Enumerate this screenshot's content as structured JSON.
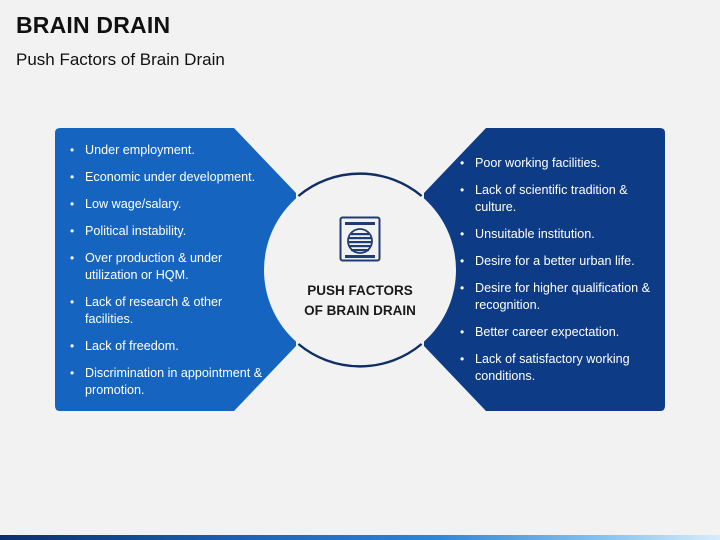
{
  "header": {
    "title": "BRAIN DRAIN",
    "subtitle": "Push Factors of Brain Drain"
  },
  "center": {
    "icon": "document-stamp-icon",
    "title_line1": "PUSH FACTORS",
    "title_line2": "OF BRAIN DRAIN"
  },
  "left_panel": {
    "color": "#1565c0",
    "items": [
      "Under employment.",
      "Economic under development.",
      "Low wage/salary.",
      "Political instability.",
      "Over production & under utilization or HQM.",
      "Lack of research & other facilities.",
      "Lack of freedom.",
      "Discrimination in appointment & promotion."
    ]
  },
  "right_panel": {
    "color": "#0d3b86",
    "items": [
      "Poor working facilities.",
      "Lack of scientific tradition & culture.",
      "Unsuitable institution.",
      "Desire for a better urban life.",
      "Desire for higher qualification & recognition.",
      "Better career expectation.",
      "Lack of satisfactory working conditions."
    ]
  },
  "bullet_char": "•"
}
